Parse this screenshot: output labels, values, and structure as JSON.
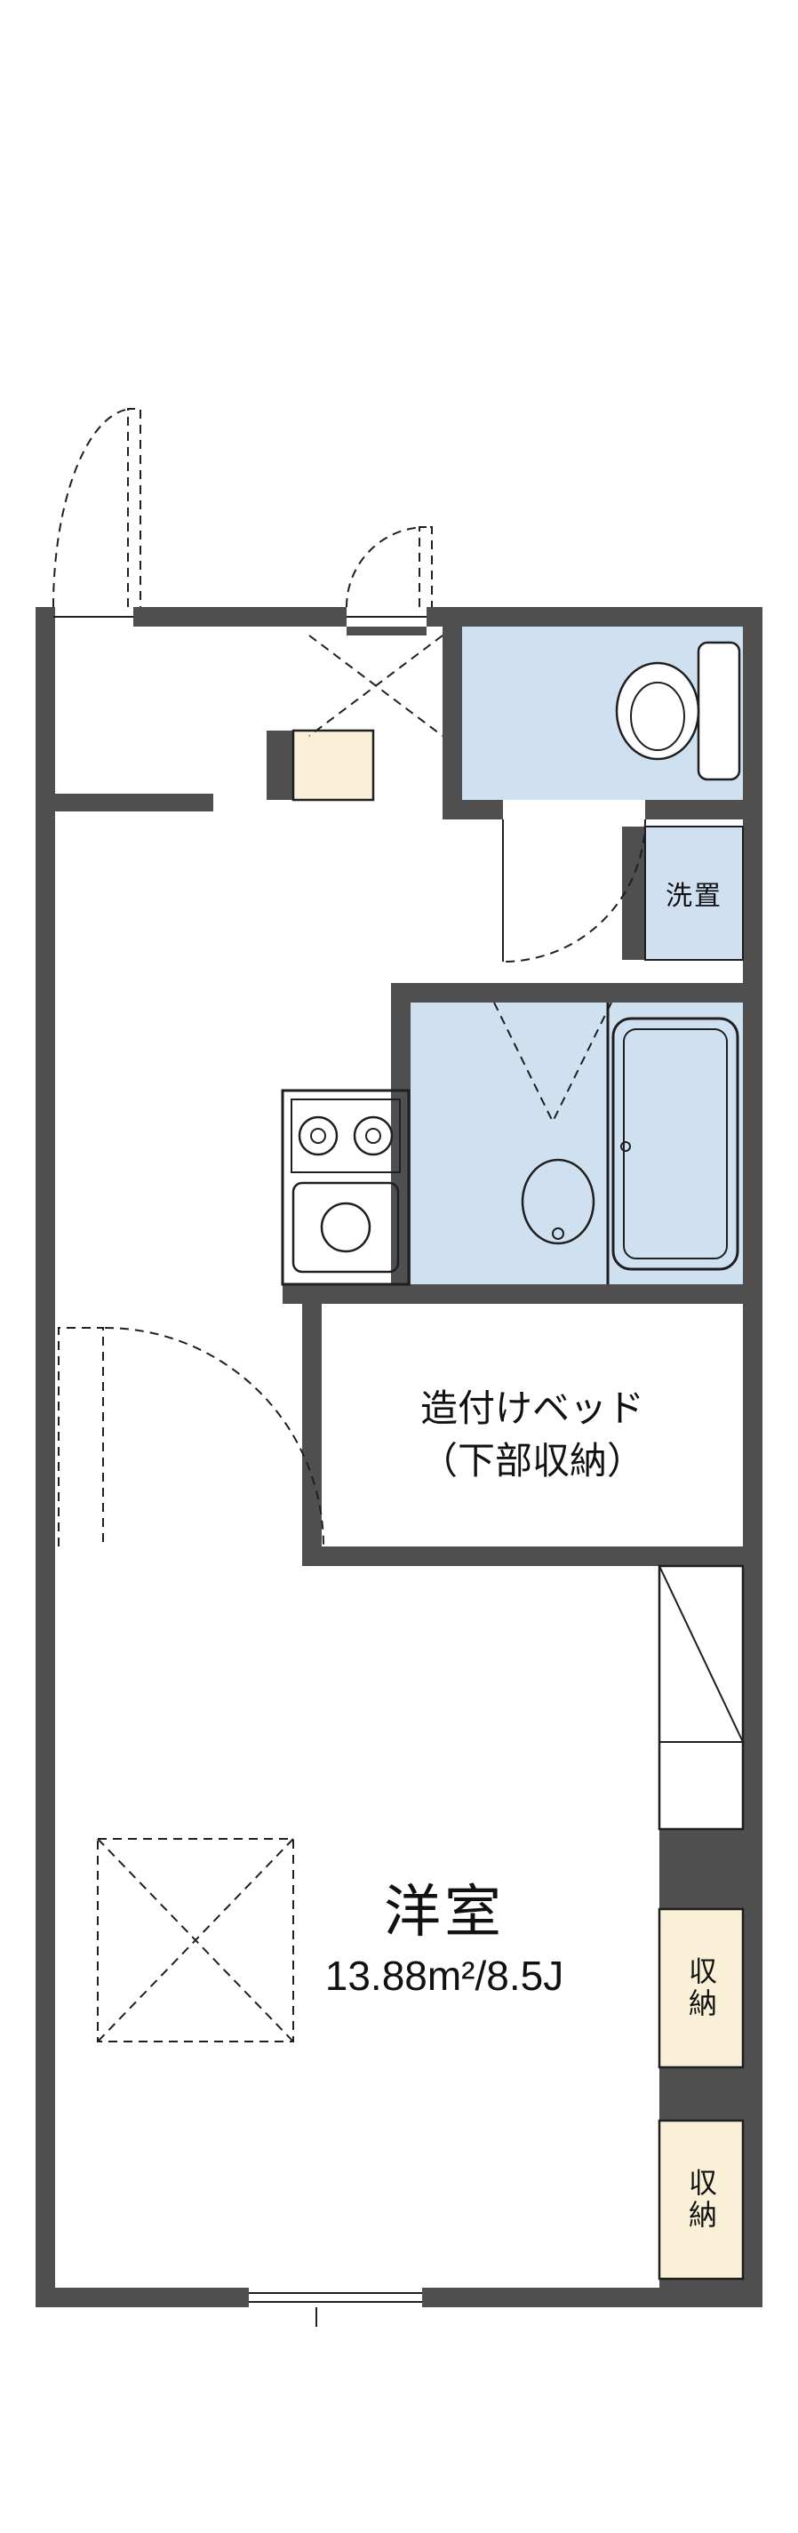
{
  "colors": {
    "wall": "#4f4f4f",
    "line": "#1f1f1f",
    "room-blue": "#cfe0f1",
    "cream": "#faf0d8",
    "floor": "#ffffff"
  },
  "rooms": {
    "washer": {
      "label": "洗置"
    },
    "built_in_bed": {
      "line1": "造付けベッド",
      "line2": "（下部収納）"
    },
    "western_room": {
      "label": "洋室",
      "area": "13.88m²/8.5J"
    },
    "storage_upper": {
      "label": "収納"
    },
    "storage_lower": {
      "label": "収納"
    }
  }
}
